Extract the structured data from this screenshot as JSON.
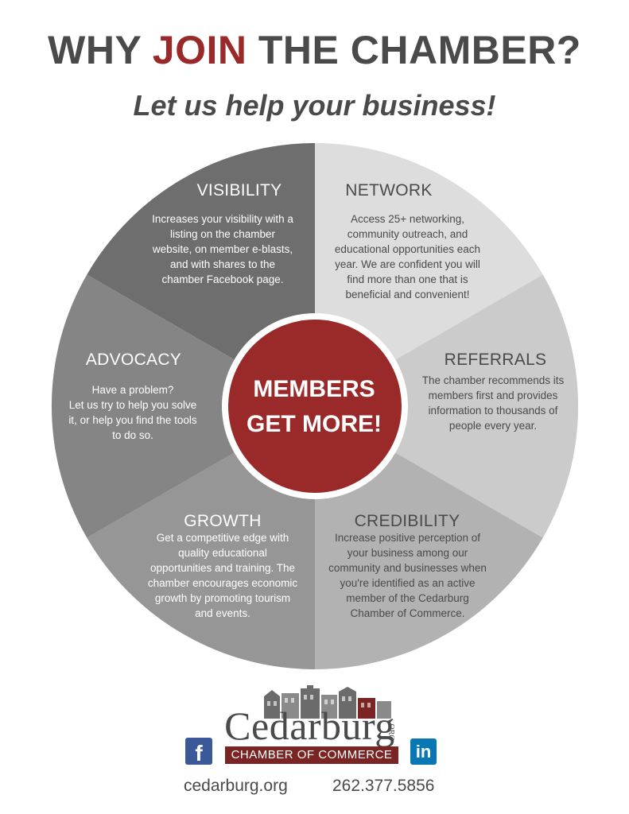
{
  "title": {
    "part1": "WHY ",
    "accent": "JOIN",
    "part2": " THE CHAMBER?"
  },
  "subtitle": "Let us help your business!",
  "colors": {
    "accent": "#9a2a2a",
    "text": "#4a4a4a",
    "visibility": "#6e6e6e",
    "network": "#dddddd",
    "referrals": "#cbcbcb",
    "credibility": "#b2b2b2",
    "growth": "#969696",
    "advocacy": "#858585",
    "center": "#9a2a2a"
  },
  "center": {
    "line1": "MEMBERS",
    "line2": "GET MORE!"
  },
  "segments": {
    "visibility": {
      "title": "VISIBILITY",
      "lines": [
        "Increases your visibility with a",
        "listing on the chamber",
        "website, on member e-blasts,",
        "and with shares to the",
        "chamber Facebook page."
      ]
    },
    "network": {
      "title": "NETWORK",
      "lines": [
        "Access 25+ networking,",
        "community outreach, and",
        "educational opportunities each",
        "year. We are confident you will",
        "find more than one that is",
        "beneficial and convenient!"
      ]
    },
    "referrals": {
      "title": "REFERRALS",
      "lines": [
        "The chamber recommends its",
        "members first and provides",
        "information to thousands of",
        "people every year."
      ]
    },
    "advocacy": {
      "title": "ADVOCACY",
      "lines": [
        "Have a problem?",
        "Let us try to help you solve",
        "it, or help you find the tools",
        "to do so."
      ]
    },
    "growth": {
      "title": "GROWTH",
      "lines": [
        "Get a competitive edge with",
        "quality educational",
        "opportunities and training. The",
        "chamber encourages economic",
        "growth by promoting tourism",
        "and events."
      ]
    },
    "credibility": {
      "title": "CREDIBILITY",
      "lines": [
        "Increase positive perception of",
        "your business among our",
        "community and businesses when",
        "you're identified as an active",
        "member of the Cedarburg",
        "Chamber of Commerce."
      ]
    }
  },
  "logo": {
    "main": "Cedarburg",
    "org": ".ORG",
    "sub": "CHAMBER OF COMMERCE",
    "facebook_icon": "facebook-icon",
    "linkedin_icon": "linkedin-icon",
    "fb_glyph": "f",
    "li_glyph": "in"
  },
  "footer": {
    "website": "cedarburg.org",
    "phone": "262.377.5856"
  }
}
